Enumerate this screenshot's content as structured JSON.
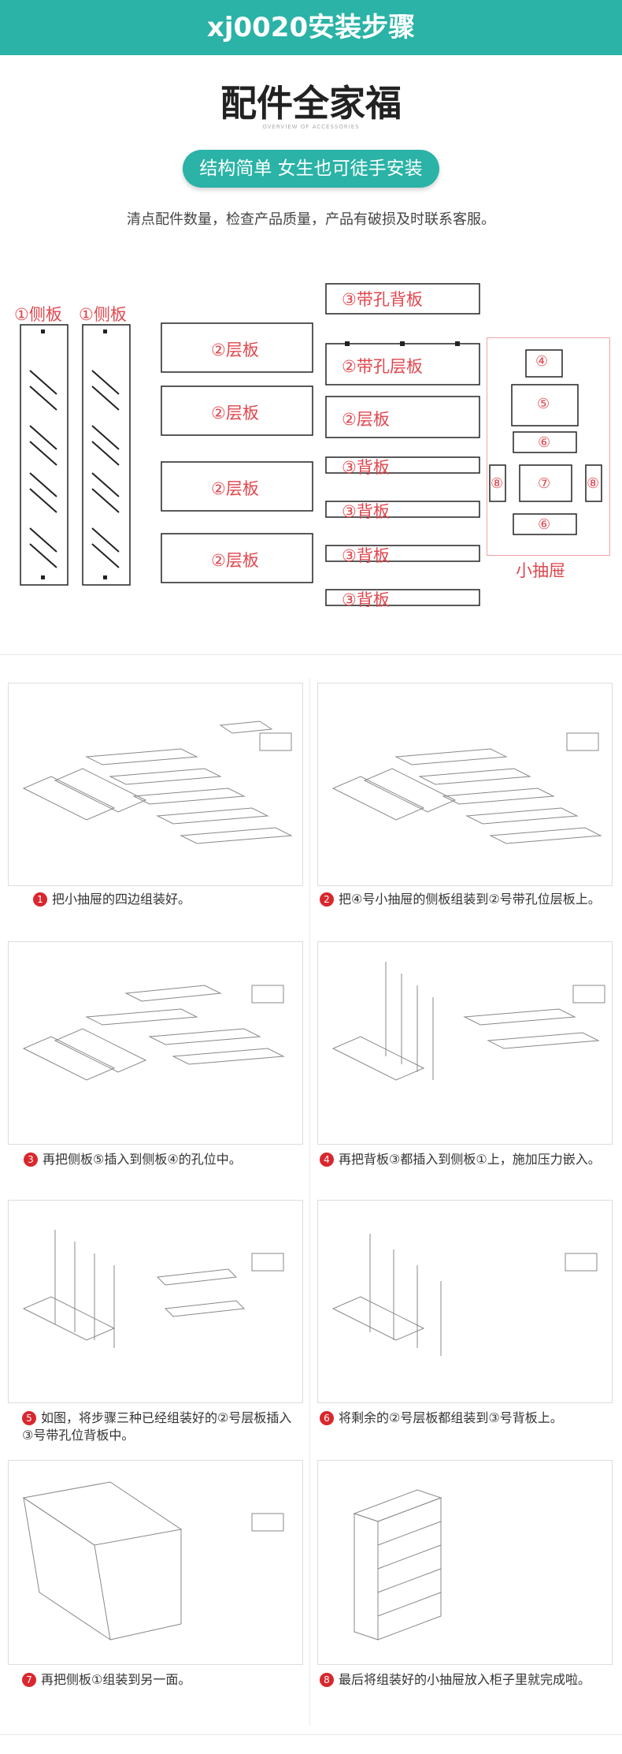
{
  "header": {
    "title": "xj0020安装步骤"
  },
  "section": {
    "heading": "配件全家福",
    "small_text": "OVERVIEW OF ACCESSORIES",
    "pill": "结构简单 女生也可徒手安装",
    "intro": "清点配件数量，检查产品质量，产品有破损及时联系客服。"
  },
  "parts": {
    "side_label": "①侧板",
    "shelf_label": "②层板",
    "back_hole_label": "③带孔背板",
    "shelf_hole_label": "②带孔层板",
    "back_label": "③背板",
    "d4": "④",
    "d5": "⑤",
    "d6": "⑥",
    "d7": "⑦",
    "d8": "⑧",
    "drawer_label": "小抽屉"
  },
  "steps": [
    {
      "num": "1",
      "text": "把小抽屉的四边组装好。"
    },
    {
      "num": "2",
      "text": "把④号小抽屉的侧板组装到②号带孔位层板上。"
    },
    {
      "num": "3",
      "text": "再把侧板⑤插入到侧板④的孔位中。"
    },
    {
      "num": "4",
      "text": "再把背板③都插入到侧板①上，施加压力嵌入。"
    },
    {
      "num": "5",
      "text": "如图，将步骤三种已经组装好的②号层板插入③号带孔位背板中。"
    },
    {
      "num": "6",
      "text": "将剩余的②号层板都组装到③号背板上。"
    },
    {
      "num": "7",
      "text": "再把侧板①组装到另一面。"
    },
    {
      "num": "8",
      "text": "最后将组装好的小抽屉放入柜子里就完成啦。"
    }
  ]
}
